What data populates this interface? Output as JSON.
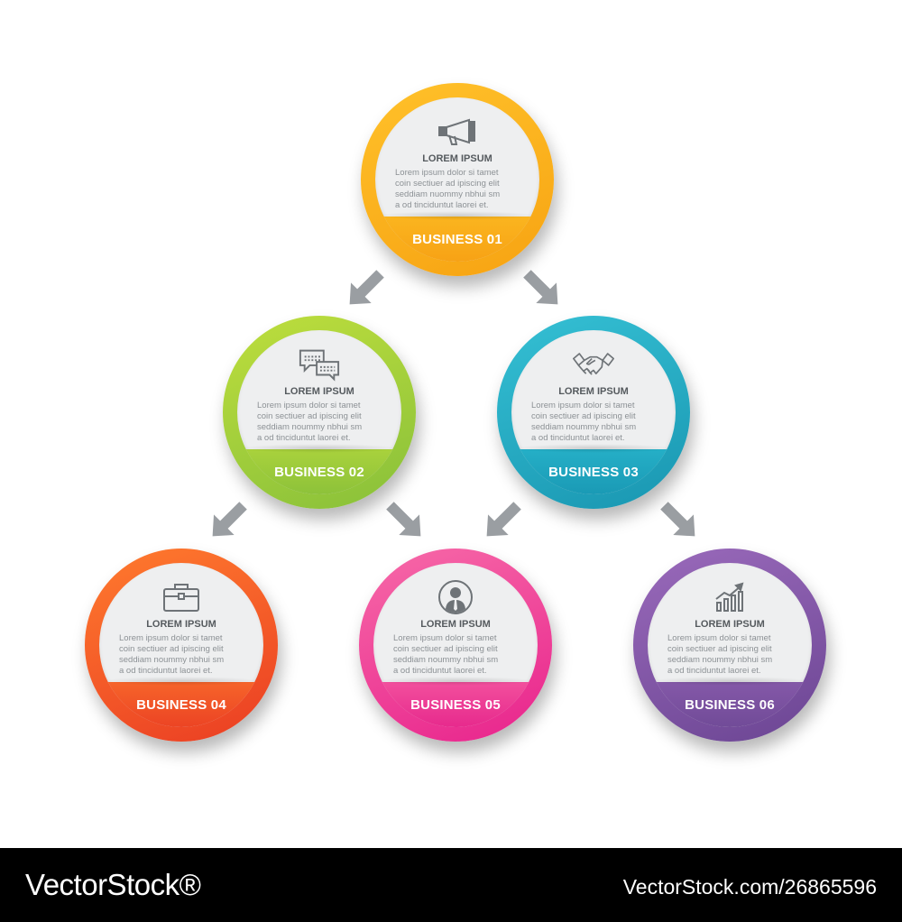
{
  "nodes": [
    {
      "id": "n1",
      "title": "LOREM IPSUM",
      "text": "Lorem ipsum dolor si tamet\ncoin sectiuer ad ipiscing elit\nseddiam nuommy nbhui sm\na od tinciduntut laorei et.",
      "label": "BUSINESS 01",
      "icon": "megaphone-icon",
      "color": "#f9a81a"
    },
    {
      "id": "n2",
      "title": "LOREM IPSUM",
      "text": "Lorem ipsum dolor si tamet\ncoin sectiuer ad ipiscing elit\nseddiam noummy nbhui sm\na od tinciduntut laorei et.",
      "label": "BUSINESS 02",
      "icon": "chat-bubbles-icon",
      "color": "#95c83b"
    },
    {
      "id": "n3",
      "title": "LOREM IPSUM",
      "text": "Lorem ipsum dolor si tamet\ncoin sectiuer ad ipiscing elit\nseddiam noummy nbhui sm\na od tinciduntut laorei et.",
      "label": "BUSINESS 03",
      "icon": "handshake-icon",
      "color": "#1fa6be"
    },
    {
      "id": "n4",
      "title": "LOREM IPSUM",
      "text": "Lorem ipsum dolor si tamet\ncoin sectiuer ad ipiscing elit\nseddiam noummy nbhui sm\na od tinciduntut laorei et.",
      "label": "BUSINESS 04",
      "icon": "briefcase-icon",
      "color": "#ef4f25"
    },
    {
      "id": "n5",
      "title": "LOREM IPSUM",
      "text": "Lorem ipsum dolor si tamet\ncoin sectiuer ad ipiscing elit\nseddiam noummy nbhui sm\na od tinciduntut laorei et.",
      "label": "BUSINESS 05",
      "icon": "businessman-icon",
      "color": "#ea3592"
    },
    {
      "id": "n6",
      "title": "LOREM IPSUM",
      "text": "Lorem ipsum dolor si tamet\ncoin sectiuer ad ipiscing elit\nseddiam noummy nbhui sm\na od tinciduntut laorei et.",
      "label": "BUSINESS 06",
      "icon": "growth-chart-icon",
      "color": "#7a50a0"
    }
  ],
  "edges": [
    {
      "from": "n1",
      "to": "n2"
    },
    {
      "from": "n1",
      "to": "n3"
    },
    {
      "from": "n2",
      "to": "n4"
    },
    {
      "from": "n2",
      "to": "n5"
    },
    {
      "from": "n3",
      "to": "n5"
    },
    {
      "from": "n3",
      "to": "n6"
    }
  ],
  "arrow_color": "#9a9ea2",
  "footer": {
    "brand": "VectorStock®",
    "url": "VectorStock.com/26865596"
  }
}
